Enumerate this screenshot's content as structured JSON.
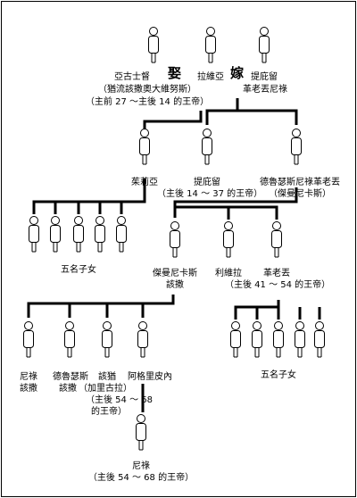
{
  "labels": {
    "agrippa": "亞古士督",
    "married": "娶",
    "laodice": "拉維亞",
    "wed": "嫁",
    "tigranes_father": "提庇留",
    "tigranes_elder": "革老丟尼祿",
    "hist_augustus": "（猶流該撒奧大維努斯）",
    "hist_augustus_reign": "（主前 27 ～主後 14 的王帝）",
    "julia": "茱莉亞",
    "tiberius": "提庇留",
    "tiberius_reign": "（主後 14 ～ 37 的王帝）",
    "drusus": "德魯瑟斯尼祿革老丟",
    "germanicus_alias": "（傑曼尼卡斯）",
    "five_children_left": "五名子女",
    "germanicus": "傑曼尼卡斯",
    "germanicus_caesar": "該撒",
    "livilla": "利維拉",
    "claudius": "革老丟",
    "claudius_reign": "（主後 41 ～ 54 的王帝）",
    "nero_caesar": "尼祿",
    "nero_caesar_2": "該撒",
    "drusus_caesar": "德魯瑟斯",
    "drusus_caesar_2": "該撒",
    "caligula": "該猶",
    "caligula_alias": "（加里古拉）",
    "caligula_reign_1": "（主後 54 ～ 68",
    "caligula_reign_2": "的王帝）",
    "agrippina": "阿格里皮內",
    "five_children_right": "五名子女",
    "nero": "尼祿",
    "nero_reign": "（主後 54 ～ 68 的王帝）"
  }
}
